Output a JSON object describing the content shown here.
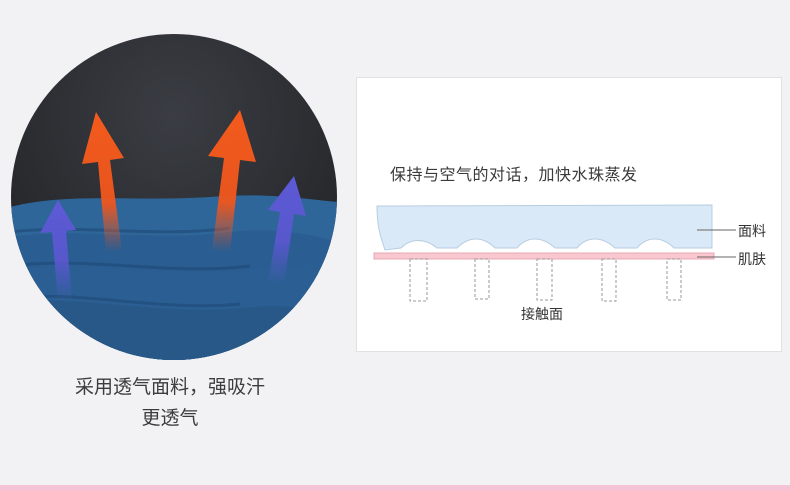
{
  "left_panel": {
    "caption_line1": "采用透气面料，强吸汗",
    "caption_line2": "更透气"
  },
  "right_panel": {
    "heading": "保持与空气的对话，加快水珠蒸发",
    "label_fabric": "面料",
    "label_skin": "肌肤",
    "label_contact": "接触面"
  },
  "colors": {
    "fabric_blue": "#2a5d92",
    "dark_background": "#26282c",
    "arrow_orange": "#f0561c",
    "arrow_blue": "#5a57cf",
    "fabric_layer": "#d9e9f7",
    "skin_layer": "#f9c7cf",
    "accent_stripe": "#f5c2d6"
  },
  "icons": [
    "upward-arrow-orange",
    "upward-arrow-blue"
  ]
}
